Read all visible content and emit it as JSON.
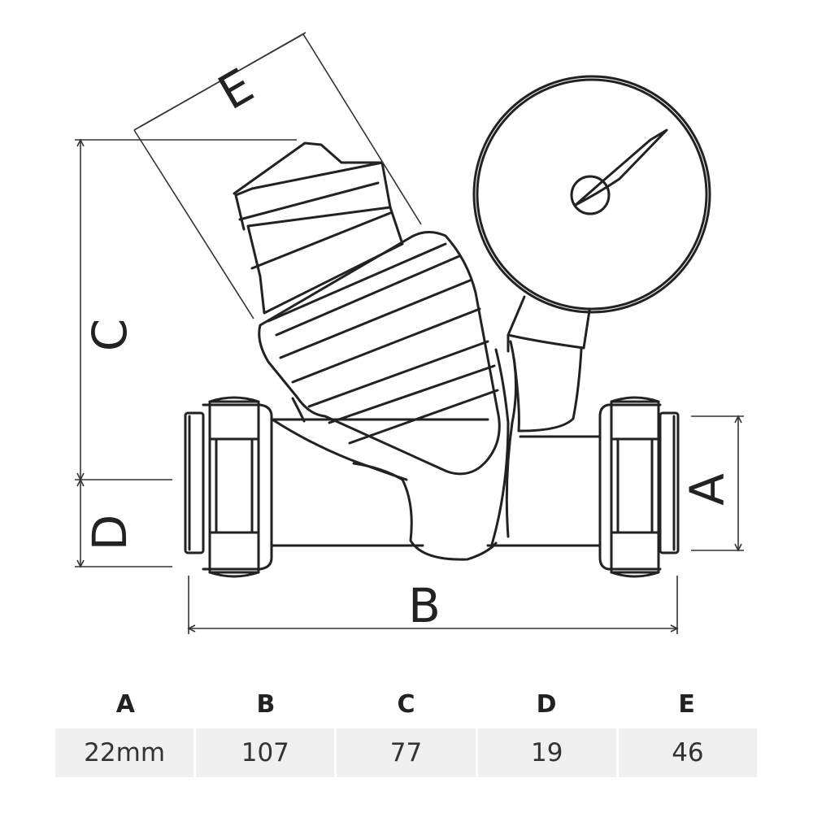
{
  "diagram": {
    "dimension_labels": {
      "a": "A",
      "b": "B",
      "c": "C",
      "d": "D",
      "e": "E"
    }
  },
  "table": {
    "headers": [
      "A",
      "B",
      "C",
      "D",
      "E"
    ],
    "values": [
      "22mm",
      "107",
      "77",
      "19",
      "46"
    ]
  }
}
